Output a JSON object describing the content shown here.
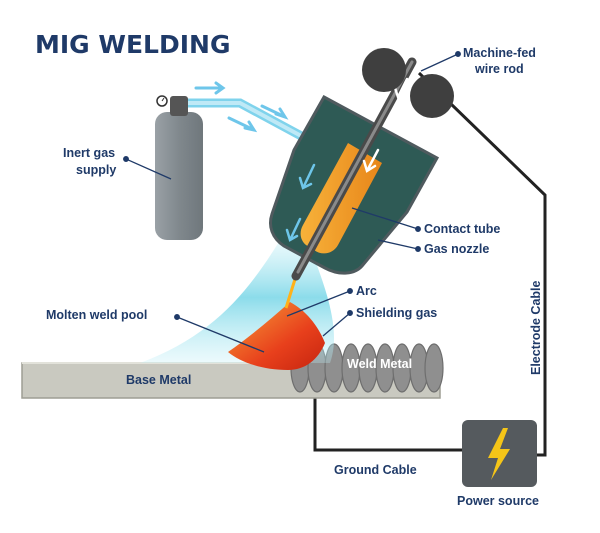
{
  "title": "MIG WELDING",
  "labels": {
    "wire_rod_line1": "Machine-fed",
    "wire_rod_line2": "wire rod",
    "gas_supply_line1": "Inert gas",
    "gas_supply_line2": "supply",
    "contact_tube": "Contact tube",
    "gas_nozzle": "Gas nozzle",
    "arc": "Arc",
    "shielding_gas": "Shielding gas",
    "molten_weld_pool": "Molten weld pool",
    "weld_metal": "Weld Metal",
    "base_metal": "Base Metal",
    "electrode_cable": "Electrode Cable",
    "ground_cable": "Ground Cable",
    "power_source": "Power source"
  },
  "colors": {
    "title": "#1f3a68",
    "nozzle": "#2e5a55",
    "contact_tube": "#f4a52c",
    "shielding_gas": "#7fd8e8",
    "weld_pool": "#e8401c",
    "base_metal": "#c9c9c0",
    "weld_metal": "#9a9a9a",
    "cylinder": "#8c9398",
    "power_box": "#555a5e",
    "lightning": "#f5c518",
    "gas_arrows": "#6ec6ea",
    "wire": "#222222"
  },
  "icons": [
    "gauge-icon",
    "lightning-icon",
    "gas-flow-arrow-icon",
    "wire-feed-arrow-icon"
  ]
}
